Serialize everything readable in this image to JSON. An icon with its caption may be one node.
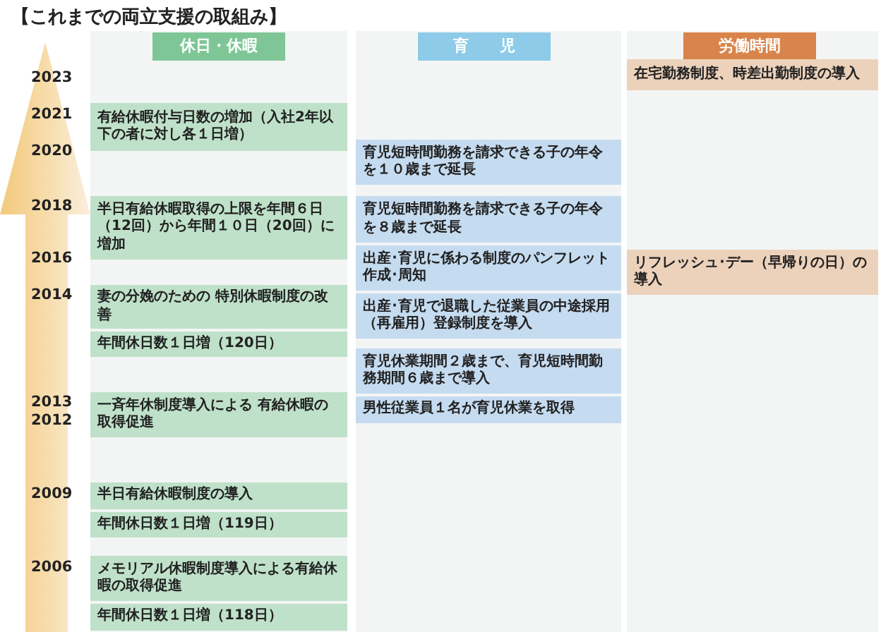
{
  "diagram": {
    "title": "【これまでの両立支援の取組み】",
    "nodes": [
      {
        "text": [
          "休日・休暇"
        ]
      },
      {
        "text": [
          "育　　児"
        ]
      },
      {
        "text": [
          "労働時間"
        ]
      },
      {
        "text": [
          "有給休暇付与日数の増加（入社2年以下の者に対し各１日増）"
        ]
      },
      {
        "text": [
          "半日有給休暇取得の上限を年間６日（12回）から年間１０日（20回）に増加"
        ]
      },
      {
        "text": [
          "妻の分娩のための 特別休暇制度の改善"
        ]
      },
      {
        "text": [
          "年間休日数１日増（120日）"
        ]
      },
      {
        "text": [
          "一斉年休制度導入による 有給休暇の取得促進"
        ]
      },
      {
        "text": [
          "半日有給休暇制度の導入"
        ]
      },
      {
        "text": [
          "年間休日数１日増（119日）"
        ]
      },
      {
        "text": [
          "メモリアル休暇制度導入による有給休暇の取得促進"
        ]
      },
      {
        "text": [
          "年間休日数１日増（118日）"
        ]
      },
      {
        "text": [
          "育児短時間勤務を請求できる子の年令を１０歳まで延長"
        ]
      },
      {
        "text": [
          "育児短時間勤務を請求できる子の年令を８歳まで延長"
        ]
      },
      {
        "text": [
          "出産･育児に係わる制度のパンフレット作成･周知"
        ]
      },
      {
        "text": [
          "出産･育児で退職した従業員の中途採用（再雇用）登録制度を導入"
        ]
      },
      {
        "text": [
          "育児休業期間２歳まで、育児短時間勤務期間６歳まで導入"
        ]
      },
      {
        "text": [
          "男性従業員１名が育児休業を取得"
        ]
      },
      {
        "text": [
          "在宅勤務制度、時差出勤制度の導入"
        ]
      },
      {
        "text": [
          "リフレッシュ･デー（早帰りの日）の導入"
        ]
      }
    ],
    "labels": [
      "2023",
      "2021",
      "2020",
      "2018",
      "2016",
      "2014",
      "2013",
      "2012",
      "2009",
      "2006"
    ]
  }
}
